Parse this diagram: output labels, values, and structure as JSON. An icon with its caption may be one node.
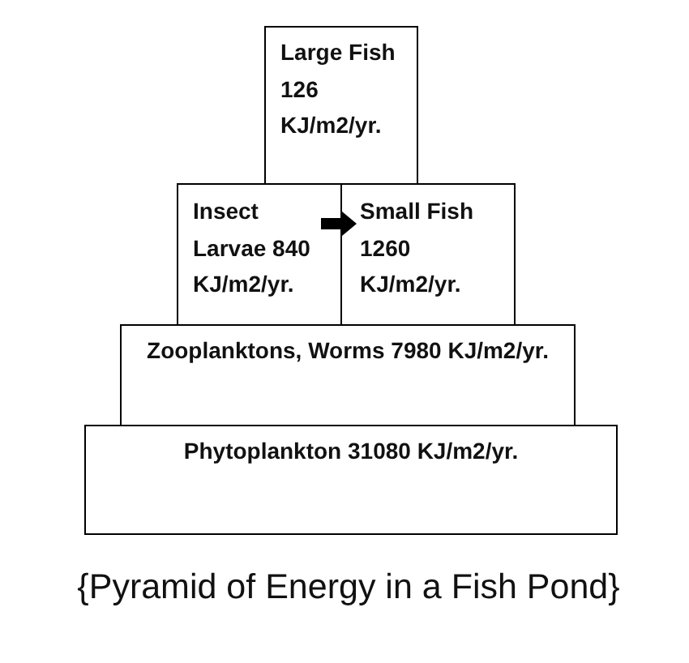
{
  "diagram": {
    "caption": "{Pyramid of Energy in a Fish Pond}",
    "nodes": [
      {
        "text": [
          "Large Fish 126 KJ/m2/yr."
        ]
      },
      {
        "text": [
          "Insect Larvae 840 KJ/m2/yr."
        ]
      },
      {
        "text": [
          "Small Fish 1260 KJ/m2/yr."
        ]
      },
      {
        "text": [
          "Zooplanktons, Worms 7980 KJ/m2/yr."
        ]
      },
      {
        "text": [
          "Phytoplankton 31080 KJ/m2/yr."
        ]
      }
    ],
    "edges": [
      {
        "from": 1,
        "to": 2,
        "arrow": "to"
      }
    ]
  }
}
